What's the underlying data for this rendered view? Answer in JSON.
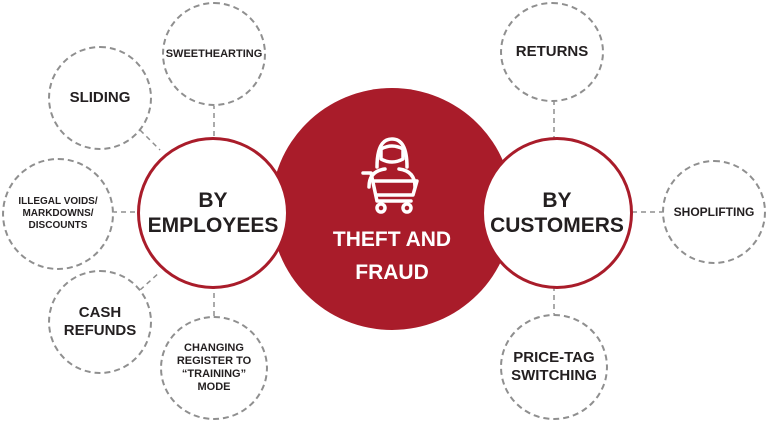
{
  "center": {
    "title": "THEFT AND\nFRAUD",
    "icon": "hooded-thief-with-shopping-cart-icon"
  },
  "hubs": {
    "employees": "BY\nEMPLOYEES",
    "customers": "BY\nCUSTOMERS"
  },
  "employee_items": {
    "sweethearting": "SWEETHEARTING",
    "sliding": "SLIDING",
    "illegal_voids": "ILLEGAL VOIDS/\nMARKDOWNS/\nDISCOUNTS",
    "cash_refunds": "CASH\nREFUNDS",
    "training_mode": "CHANGING\nREGISTER TO\n“TRAINING”\nMODE"
  },
  "customer_items": {
    "returns": "RETURNS",
    "shoplifting": "SHOPLIFTING",
    "price_tag_switching": "PRICE-TAG\nSWITCHING"
  },
  "colors": {
    "accent": "#a91c2a",
    "dash": "#8f8f8f",
    "text": "#231f20"
  }
}
